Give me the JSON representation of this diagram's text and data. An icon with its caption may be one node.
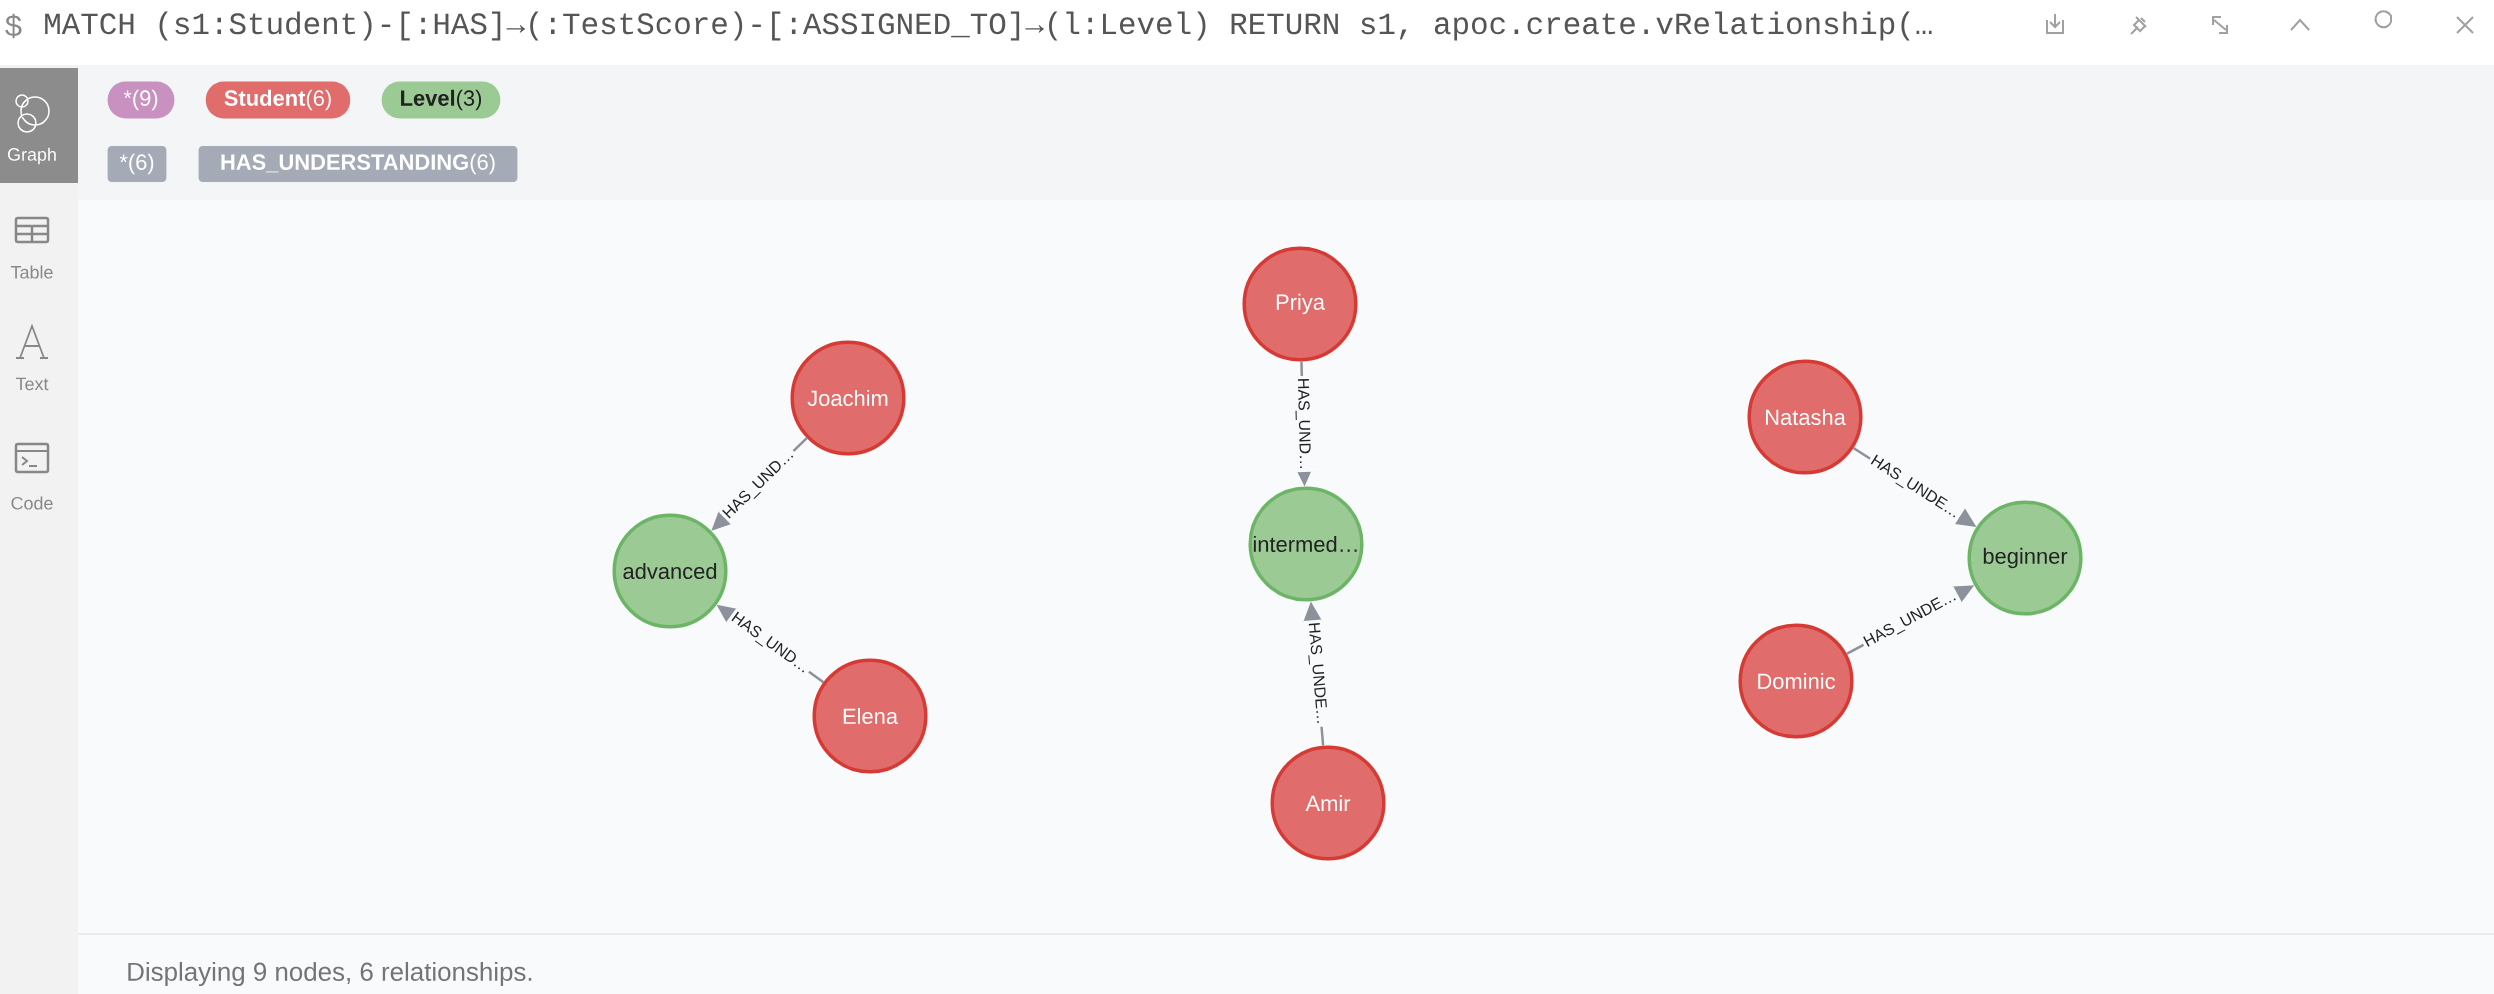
{
  "diagram": {
    "nodes": [
      {
        "text": [
          "Joachim"
        ]
      },
      {
        "text": [
          "advanced"
        ]
      },
      {
        "text": [
          "Elena"
        ]
      },
      {
        "text": [
          "Priya"
        ]
      },
      {
        "text": [
          "intermed…"
        ]
      },
      {
        "text": [
          "Amir"
        ]
      },
      {
        "text": [
          "Natasha"
        ]
      },
      {
        "text": [
          "beginner"
        ]
      },
      {
        "text": [
          "Dominic"
        ]
      },
      {
        "text": [
          "*(9)"
        ]
      },
      {
        "text": [
          "**Student**(6)"
        ]
      },
      {
        "text": [
          "**Level**(3)"
        ]
      },
      {
        "text": [
          "*(6)"
        ]
      },
      {
        "text": [
          "**HAS_UNDERSTANDING**(6)"
        ]
      }
    ],
    "edges": [
      {
        "from": 0,
        "to": 1,
        "arrow": "to",
        "label": "HAS_UND…"
      },
      {
        "from": 2,
        "to": 1,
        "arrow": "to",
        "label": "HAS_UND…"
      },
      {
        "from": 3,
        "to": 4,
        "arrow": "to",
        "label": "HAS_UND…"
      },
      {
        "from": 5,
        "to": 4,
        "arrow": "to",
        "label": "HAS_UNDE…"
      },
      {
        "from": 6,
        "to": 7,
        "arrow": "to",
        "label": "HAS_UNDE…"
      },
      {
        "from": 8,
        "to": 7,
        "arrow": "to",
        "label": "HAS_UNDE…"
      }
    ],
    "labels": [
      "$",
      "MATCH (s1:Student)-[:HAS]→(:TestScore)-[:ASSIGNED_TO]→(l:Level) RETURN s1, apoc.create.vRelationship(…",
      "Graph",
      "Table",
      "Text",
      "Code",
      "Displaying 9 nodes, 6 relationships."
    ]
  }
}
